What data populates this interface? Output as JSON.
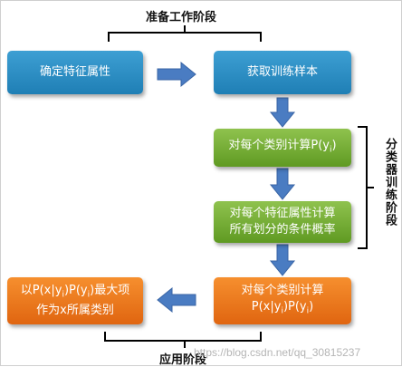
{
  "stages": {
    "prep": "准备工作阶段",
    "train": "分类器训练阶段",
    "apply": "应用阶段"
  },
  "boxes": {
    "determine_features": "确定特征属性",
    "get_samples": "获取训练样本",
    "class_prob": [
      "对每个类别计算P(y",
      "i",
      ")"
    ],
    "cond_prob_line1": "对每个特征属性计算",
    "cond_prob_line2": "所有划分的条件概率",
    "compute_line1": "对每个类别计算",
    "compute_line2": [
      "P(x|y",
      "i",
      ")P(y",
      "i",
      ")"
    ],
    "result_line1": [
      "以P(x|y",
      "i",
      ")P(y",
      "i",
      ")最大项"
    ],
    "result_line2": "作为x所属类别"
  },
  "watermark": "https://blog.csdn.net/qq_30815237",
  "colors": {
    "blue": "#2a8fc6",
    "green": "#74ad36",
    "orange": "#ee7a22",
    "arrow": "#4a7cc2"
  }
}
